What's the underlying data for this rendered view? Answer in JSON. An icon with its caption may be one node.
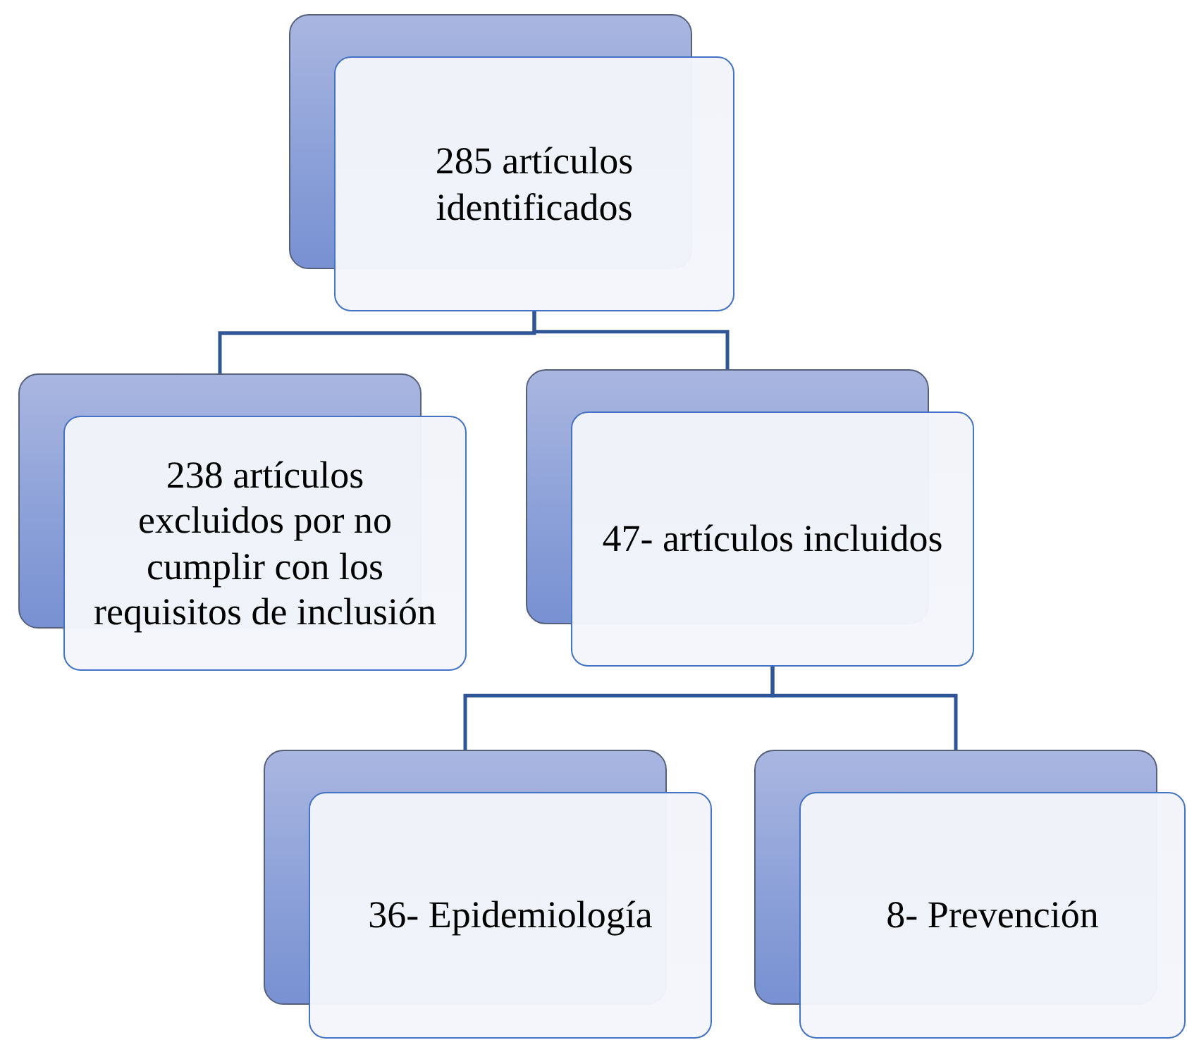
{
  "diagram": {
    "nodes": [
      {
        "text": [
          "285 artículos identificados"
        ]
      },
      {
        "text": [
          "238 artículos excluidos por no cumplir con los requisitos de inclusión"
        ]
      },
      {
        "text": [
          "47- artículos incluidos"
        ]
      },
      {
        "text": [
          "36- Epidemiología"
        ]
      },
      {
        "text": [
          "8- Prevención"
        ]
      }
    ],
    "edges": [
      {
        "from": 0,
        "to": 1,
        "arrow": "none"
      },
      {
        "from": 0,
        "to": 2,
        "arrow": "none"
      },
      {
        "from": 2,
        "to": 3,
        "arrow": "none"
      },
      {
        "from": 2,
        "to": 4,
        "arrow": "none"
      }
    ]
  }
}
